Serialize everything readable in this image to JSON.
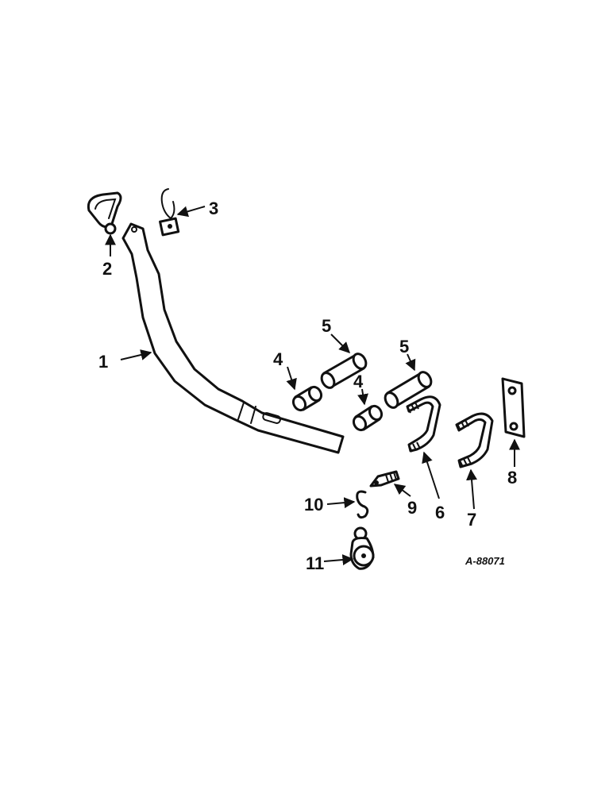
{
  "diagram": {
    "figure_id": "A-88071",
    "callouts": [
      "1",
      "2",
      "3",
      "4",
      "4",
      "5",
      "5",
      "6",
      "7",
      "8",
      "9",
      "10",
      "11"
    ]
  }
}
